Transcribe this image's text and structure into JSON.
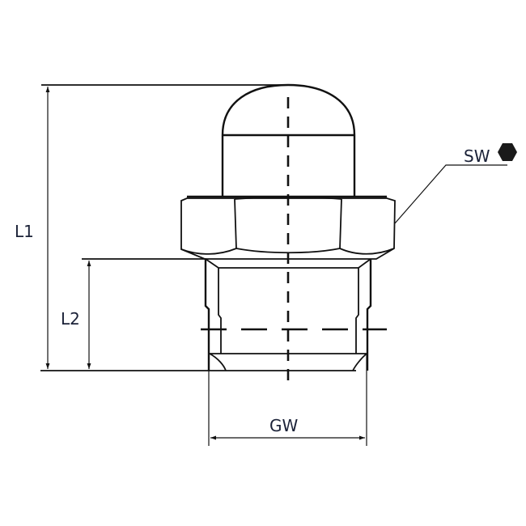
{
  "labels": {
    "l1": "L1",
    "l2": "L2",
    "gw": "GW",
    "sw": "SW"
  },
  "icons": {
    "sw": "hexagon-icon"
  },
  "colors": {
    "line": "#111111",
    "text": "#1b2238"
  }
}
